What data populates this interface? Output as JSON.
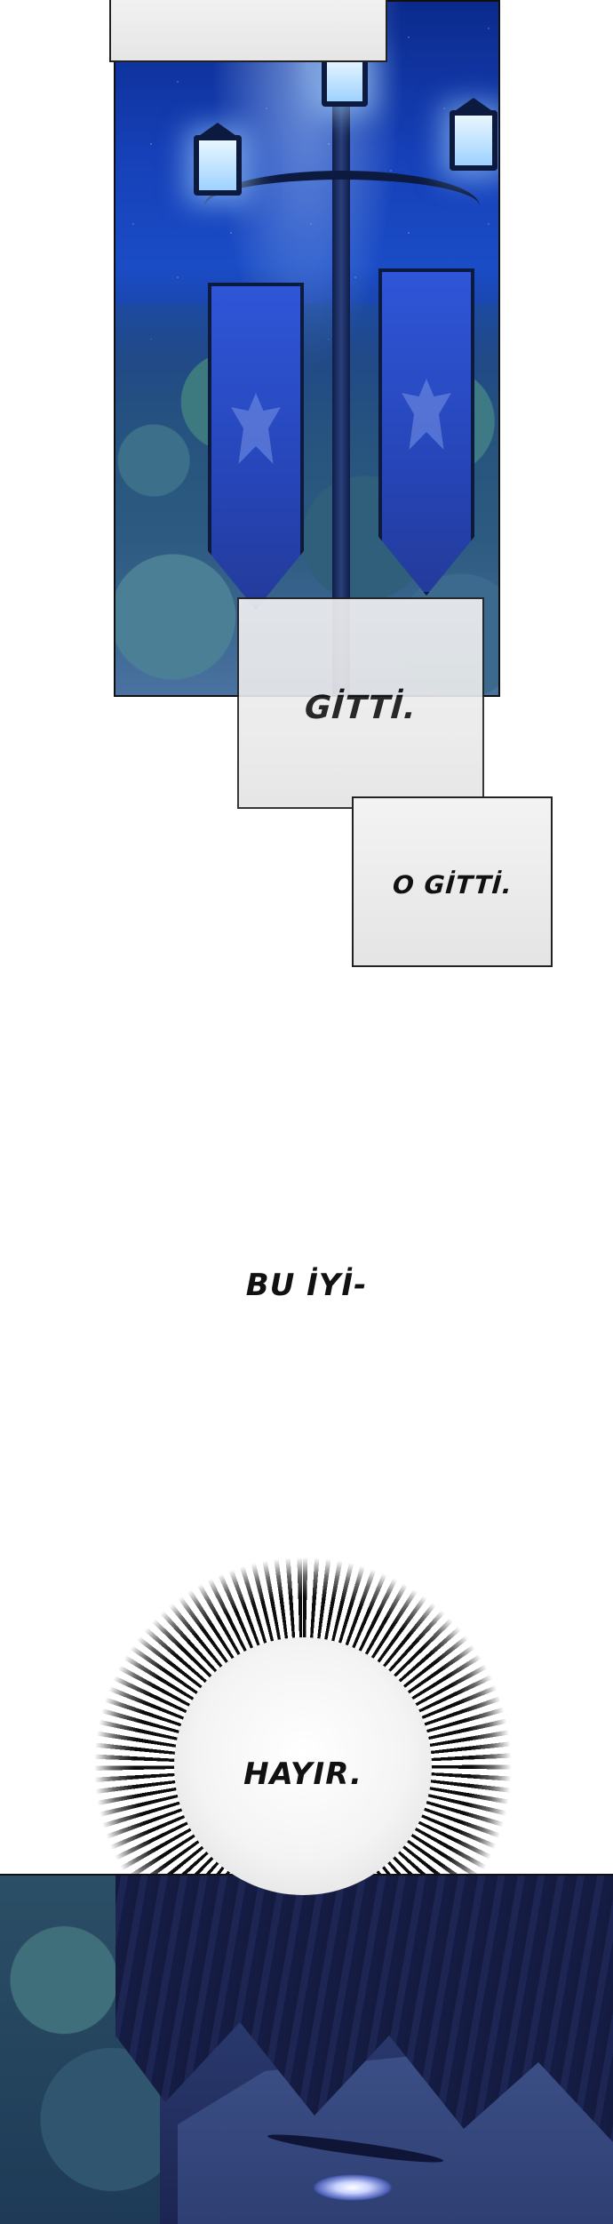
{
  "captions": {
    "first": "GİTTİ.",
    "second": "O GİTTİ."
  },
  "floating": {
    "text": "BU İYİ-"
  },
  "bubble": {
    "text": "HAYIR."
  },
  "colors": {
    "night_sky": "#1640b8",
    "banner": "#2645b8",
    "lamp_glow": "#9fd2ff",
    "caption_bg": "#ececec",
    "text": "#111111"
  },
  "icons": {
    "lamp": "street-lamp-icon",
    "crest": "phoenix-crest-icon"
  }
}
